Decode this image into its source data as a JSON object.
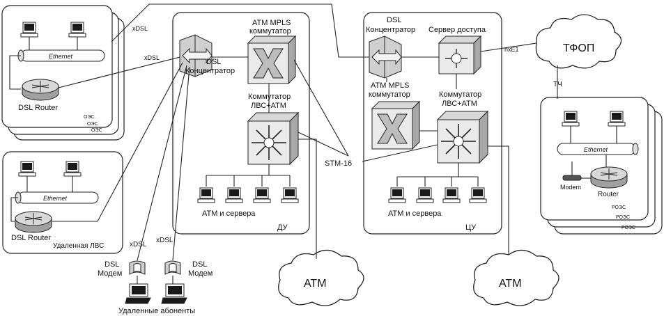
{
  "labels": {
    "xdsl": "xDSL",
    "xdsl2": "xDSL",
    "xdsl3": "xDSL",
    "xdsl4": "xDSL",
    "ethernet": "Ethernet",
    "dsl_router": "DSL Router",
    "oes": "ОЭС",
    "remote_lan": "Удаленная ЛВС",
    "dsl_conc": "DSL",
    "dsl_conc2": "Концентратор",
    "atm_mpls": "ATM MPLS",
    "atm_mpls2": "коммутатор",
    "lan_atm": "Коммутатор",
    "lan_atm2": "ЛВС+АТМ",
    "atm_servers": "АТМ и сервера",
    "du": "ДУ",
    "cu": "ЦУ",
    "stm": "STM-16",
    "access_server": "Сервер доступа",
    "nxe1": "nxE1",
    "tfop": "ТФОП",
    "tch": "ТЧ",
    "modem": "Modem",
    "router": "Router",
    "roes": "РОЭС",
    "atm": "АТМ",
    "dsl_modem": "DSL",
    "dsl_modem2": "Модем",
    "remote_subs": "Удаленные абоненты"
  }
}
